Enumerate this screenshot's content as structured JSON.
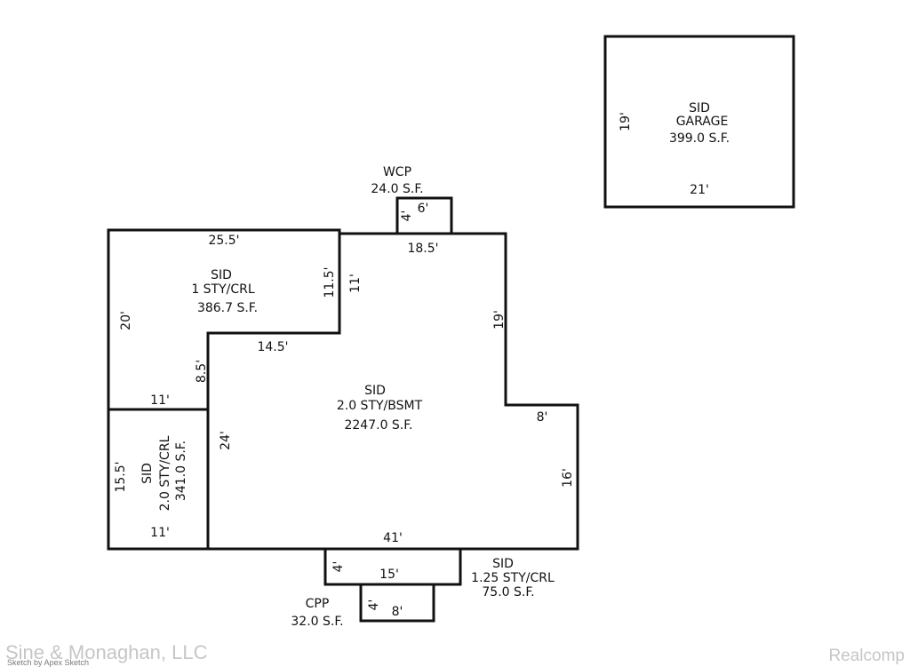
{
  "garage": {
    "lines": [
      "SID",
      "GARAGE",
      "399.0 S.F."
    ],
    "dims": {
      "left": "19'",
      "bottom": "21'"
    }
  },
  "wcp": {
    "lines": [
      "WCP",
      "24.0 S.F."
    ],
    "dims": {
      "left": "4'",
      "top": "6'"
    }
  },
  "one_story": {
    "lines": [
      "SID",
      "1 STY/CRL",
      "386.7 S.F."
    ],
    "dims": {
      "top": "25.5'",
      "left": "20'",
      "right": "11.5'",
      "bottom": "11'",
      "step": "14.5'",
      "step_drop": "8.5'"
    }
  },
  "main": {
    "lines": [
      "SID",
      "2.0 STY/BSMT",
      "2247.0 S.F."
    ],
    "dims": {
      "top": "18.5'",
      "upper_left": "11'",
      "right_upper": "19'",
      "right_step": "8'",
      "right_lower": "16'",
      "left": "24'",
      "bottom": "41'"
    }
  },
  "two_story_small": {
    "lines": [
      "SID",
      "2.0 STY/CRL",
      "341.0 S.F."
    ],
    "dims": {
      "left": "15.5'",
      "bottom": "11'"
    }
  },
  "one_25_story": {
    "lines": [
      "SID",
      "1.25 STY/CRL",
      "75.0 S.F."
    ],
    "dims": {
      "left": "4'",
      "bottom": "15'"
    }
  },
  "cpp": {
    "lines": [
      "CPP",
      "32.0 S.F."
    ],
    "dims": {
      "left": "4'",
      "bottom": "8'"
    }
  },
  "watermarks": {
    "company": "Sine & Monaghan, LLC",
    "credit": "Sketch by Apex Sketch",
    "brand": "Realcomp"
  }
}
